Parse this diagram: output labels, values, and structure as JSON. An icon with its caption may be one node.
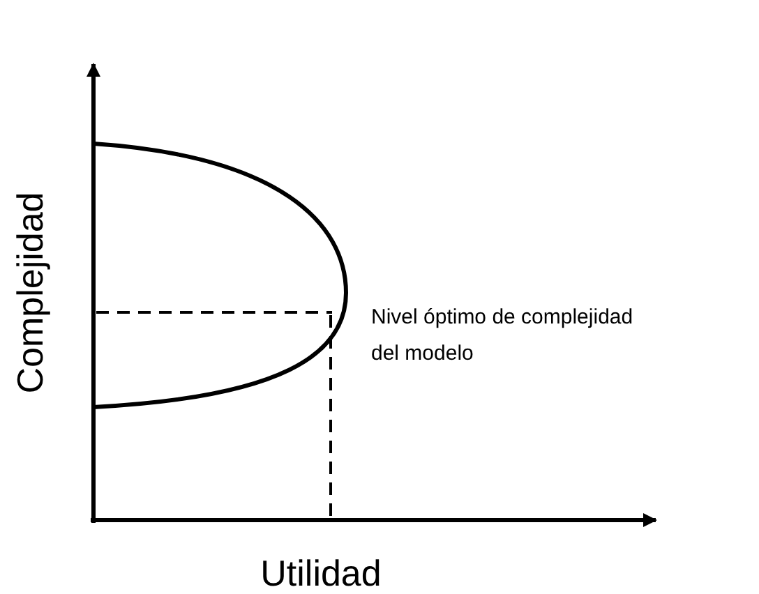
{
  "diagram": {
    "labels": [
      "Nivel óptimo de complejidad del modelo",
      "Complejidad",
      "Utilidad"
    ]
  }
}
